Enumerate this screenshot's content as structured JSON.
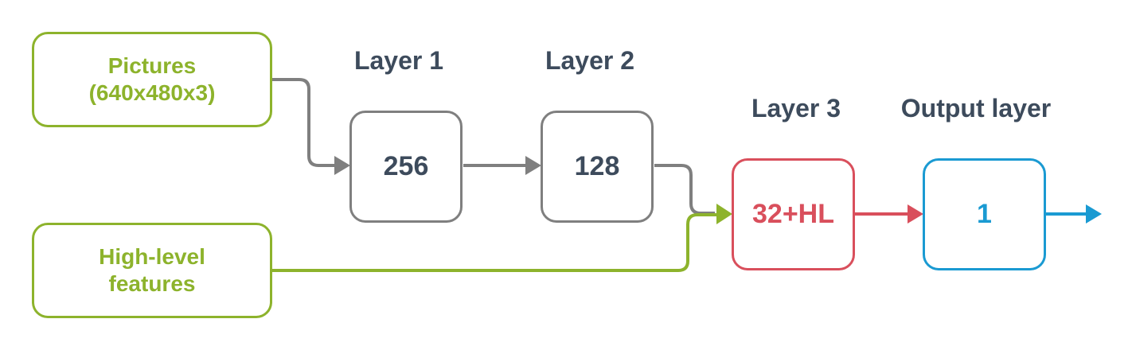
{
  "inputs": {
    "pictures": {
      "line1": "Pictures",
      "line2": "(640x480x3)"
    },
    "features": {
      "line1": "High-level",
      "line2": "features"
    }
  },
  "layers": [
    {
      "label": "Layer 1",
      "value": "256"
    },
    {
      "label": "Layer 2",
      "value": "128"
    },
    {
      "label": "Layer 3",
      "value": "32+HL"
    },
    {
      "label": "Output layer",
      "value": "1"
    }
  ],
  "colors": {
    "input_green": "#8db32c",
    "hidden_gray": "#7f7f7f",
    "text_dark": "#3d4b5c",
    "merge_red": "#d94f5c",
    "output_blue": "#1a9ad2"
  }
}
